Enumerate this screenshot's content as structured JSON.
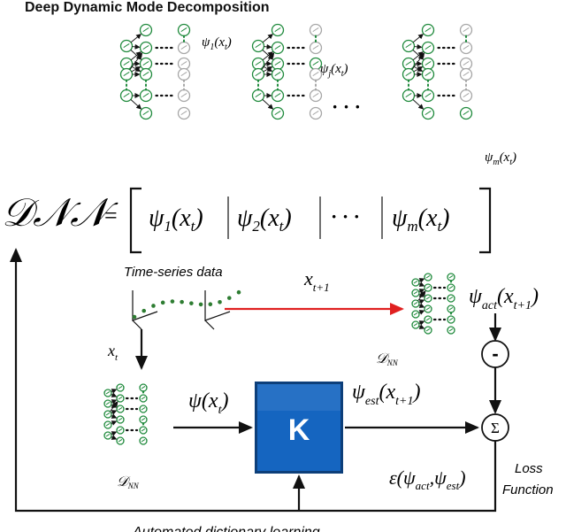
{
  "title": "Deep Dynamic Mode Decomposition",
  "network_outputs": {
    "psi1": {
      "sym": "ψ",
      "sub": "1",
      "arg": "(x",
      "argsub": "t",
      "close": ")"
    },
    "psij": {
      "sym": "ψ",
      "sub": "j",
      "arg": "(x",
      "argsub": "t",
      "close": ")"
    },
    "psim": {
      "sym": "ψ",
      "sub": "m",
      "arg": "(x",
      "argsub": "t",
      "close": ")"
    },
    "ellipsis_small": "· · ·",
    "ellipsis_big": "· · ·"
  },
  "equation": {
    "lhs": "𝒟𝒩𝒩",
    "equals": "=",
    "entries": [
      {
        "sym": "ψ",
        "sub": "1",
        "arg": "(x",
        "argsub": "t",
        "close": ")"
      },
      {
        "sym": "ψ",
        "sub": "2",
        "arg": "(x",
        "argsub": "t",
        "close": ")"
      },
      {
        "sym": "· · ·"
      },
      {
        "sym": "ψ",
        "sub": "m",
        "arg": "(x",
        "argsub": "t",
        "close": ")"
      }
    ]
  },
  "timeseries_label": "Time-series data",
  "labels": {
    "x_t1": {
      "base": "x",
      "sub": "t+1"
    },
    "x_t": {
      "base": "x",
      "sub": "t"
    },
    "psi_act": {
      "sym": "ψ",
      "sub": "act",
      "arg": "(x",
      "argsub": "t+1",
      "close": ")"
    },
    "psi_xt": {
      "sym": "ψ",
      "arg": "(x",
      "argsub": "t",
      "close": ")"
    },
    "psi_est": {
      "sym": "ψ",
      "sub": "est",
      "arg": "(x",
      "argsub": "t+1",
      "close": ")"
    },
    "dnn_small": "𝒟",
    "dnn_small_sub": "NN",
    "k_box": "K",
    "minus": "-",
    "sum": "Σ",
    "loss_eps": "ε(ψ",
    "loss_act": "act",
    "loss_mid": ",ψ",
    "loss_est": "est",
    "loss_close": ")",
    "loss_text_1": "Loss",
    "loss_text_2": "Function",
    "bottom_caption": "Automated dictionary learning"
  },
  "colors": {
    "node": "#1f8a3c",
    "node_gray": "#a6a6a6",
    "red_arrow": "#e02020",
    "k_box": "#1565c0",
    "k_box_dark": "#0d3f7a",
    "dots_green": "#2e7d32"
  }
}
